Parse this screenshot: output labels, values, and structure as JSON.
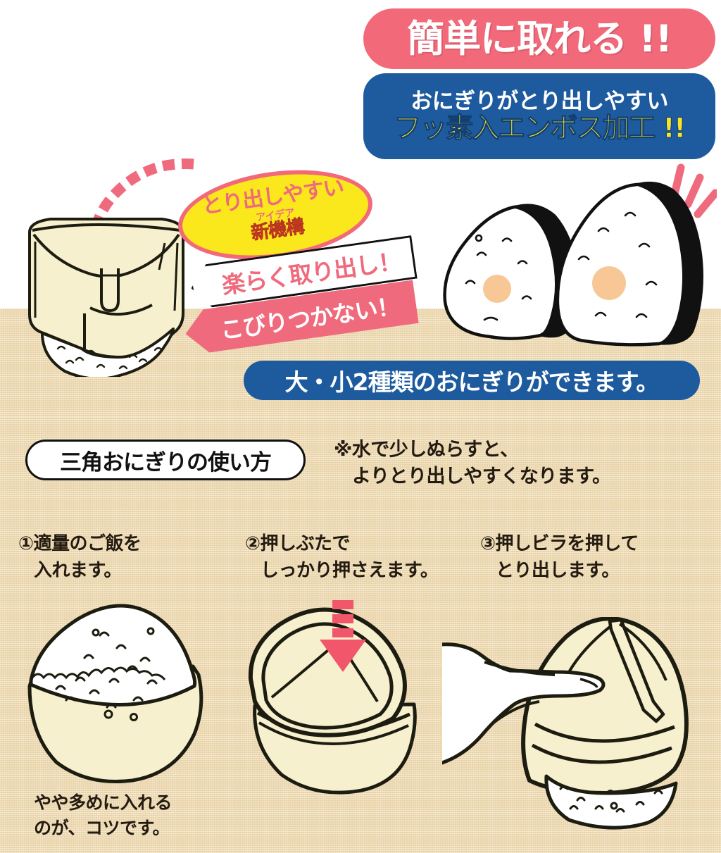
{
  "page": {
    "language": "ja",
    "product": "三角おにぎり型",
    "colors": {
      "pink": "#f2697a",
      "blue": "#1d5a9e",
      "yellow": "#fbe81c",
      "yellow_text": "#f5e42a",
      "tan_background": "#f0ddb4",
      "mold_cream": "#f7f0cf",
      "nori_black": "#111111",
      "filling_orange": "#f7c896",
      "white": "#ffffff",
      "ink": "#231a10"
    }
  },
  "banners": {
    "pink_headline": "簡単に取れる !!",
    "blue_line1": "おにぎりがとり出しやすい",
    "blue_line2": "フッ素入エンボス加工 !!"
  },
  "badge": {
    "main": "とり出しやすい",
    "small": "アイデア",
    "sub": "新機構"
  },
  "ribbons": {
    "white_ribbon": "楽らく取り出し！",
    "pink_ribbon": "こびりつかない！"
  },
  "pill": {
    "text": "大・小2種類のおにぎりができます。"
  },
  "section": {
    "heading": "三角おにぎりの使い方",
    "note_line1": "※水で少しぬらすと、",
    "note_line2": "よりとり出しやすくなります。"
  },
  "steps": [
    {
      "number": "①",
      "line1": "①適量のご飯を",
      "line2": "入れます。",
      "caption_line1": "やや多めに入れる",
      "caption_line2": "のが、コツです。",
      "illustration": "triangular-mold-filled-with-rice"
    },
    {
      "number": "②",
      "line1": "②押しぶたで",
      "line2": "しっかり押さえます。",
      "illustration": "triangular-mold-with-press-lid-and-down-arrow"
    },
    {
      "number": "③",
      "line1": "③押しビラを押して",
      "line2": "とり出します。",
      "illustration": "hand-pressing-release-tab-on-mold"
    }
  ],
  "hero_illustrations": {
    "mold": "inverted-onigiri-mold-releasing-rice",
    "mold_arrow": "curved-dashed-pink-arrow-pointing-down",
    "onigiri": "two-rice-balls-with-nori-seaweed-bands",
    "onigiri_accent": "three-pink-emphasis-strokes"
  }
}
